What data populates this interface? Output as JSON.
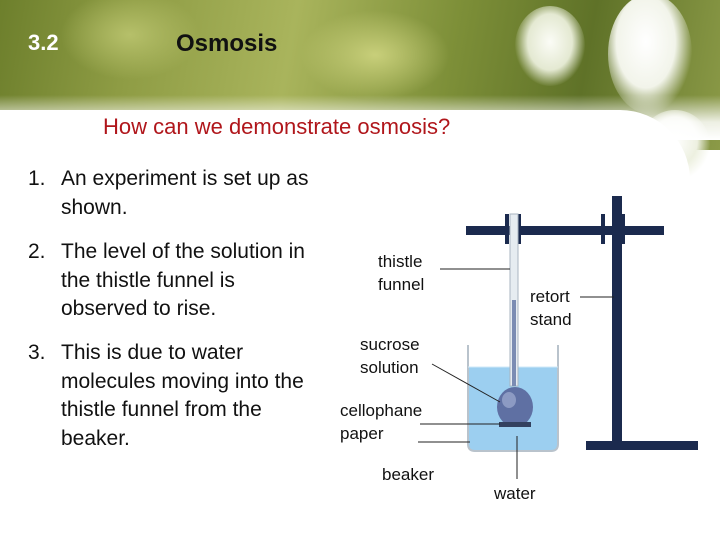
{
  "slide": {
    "section_number": "3.2",
    "section_title": "Osmosis",
    "question": "How can we demonstrate osmosis?"
  },
  "points": [
    {
      "number": "1.",
      "text": "An experiment is set up as shown."
    },
    {
      "number": "2.",
      "text": "The level of the solution in the thistle funnel is observed to rise."
    },
    {
      "number": "3.",
      "text": "This is due to water molecules moving into the thistle funnel from the beaker."
    }
  ],
  "diagram": {
    "labels": {
      "thistle_funnel": "thistle funnel",
      "retort_stand": "retort stand",
      "sucrose_solution": "sucrose solution",
      "cellophane_paper": "cellophane paper",
      "beaker": "beaker",
      "water": "water"
    },
    "colors": {
      "stand": "#1b2a4e",
      "water": "#8cc8ee",
      "bulb": "#5d6ea0",
      "question": "#b0161b"
    }
  }
}
